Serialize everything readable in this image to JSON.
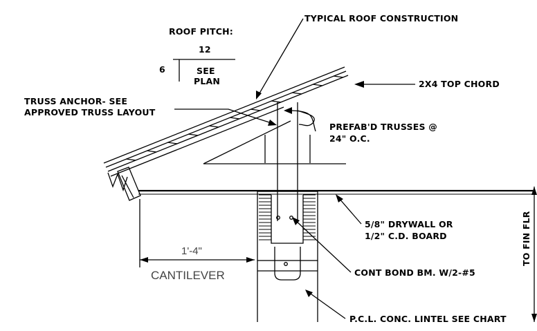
{
  "labels": {
    "roof_pitch_title": "ROOF PITCH:",
    "pitch_run": "12",
    "pitch_rise": "6",
    "pitch_see": "SEE",
    "pitch_plan": "PLAN",
    "typical_roof": "TYPICAL ROOF CONSTRUCTION",
    "top_chord": "2X4 TOP CHORD",
    "truss_anchor_line1": "TRUSS ANCHOR- SEE",
    "truss_anchor_line2": "APPROVED TRUSS LAYOUT",
    "prefab_line1": "PREFAB'D TRUSSES @",
    "prefab_line2": "24\" O.C.",
    "drywall_line1": "5/8\" DRYWALL OR",
    "drywall_line2": "1/2\" C.D. BOARD",
    "cont_bond": "CONT BOND BM. W/2-#5",
    "lintel": "P.C.L. CONC. LINTEL SEE CHART",
    "to_fin_flr": "TO FIN FLR",
    "cantilever_dim": "1'-4\"",
    "cantilever": "CANTILEVER"
  }
}
